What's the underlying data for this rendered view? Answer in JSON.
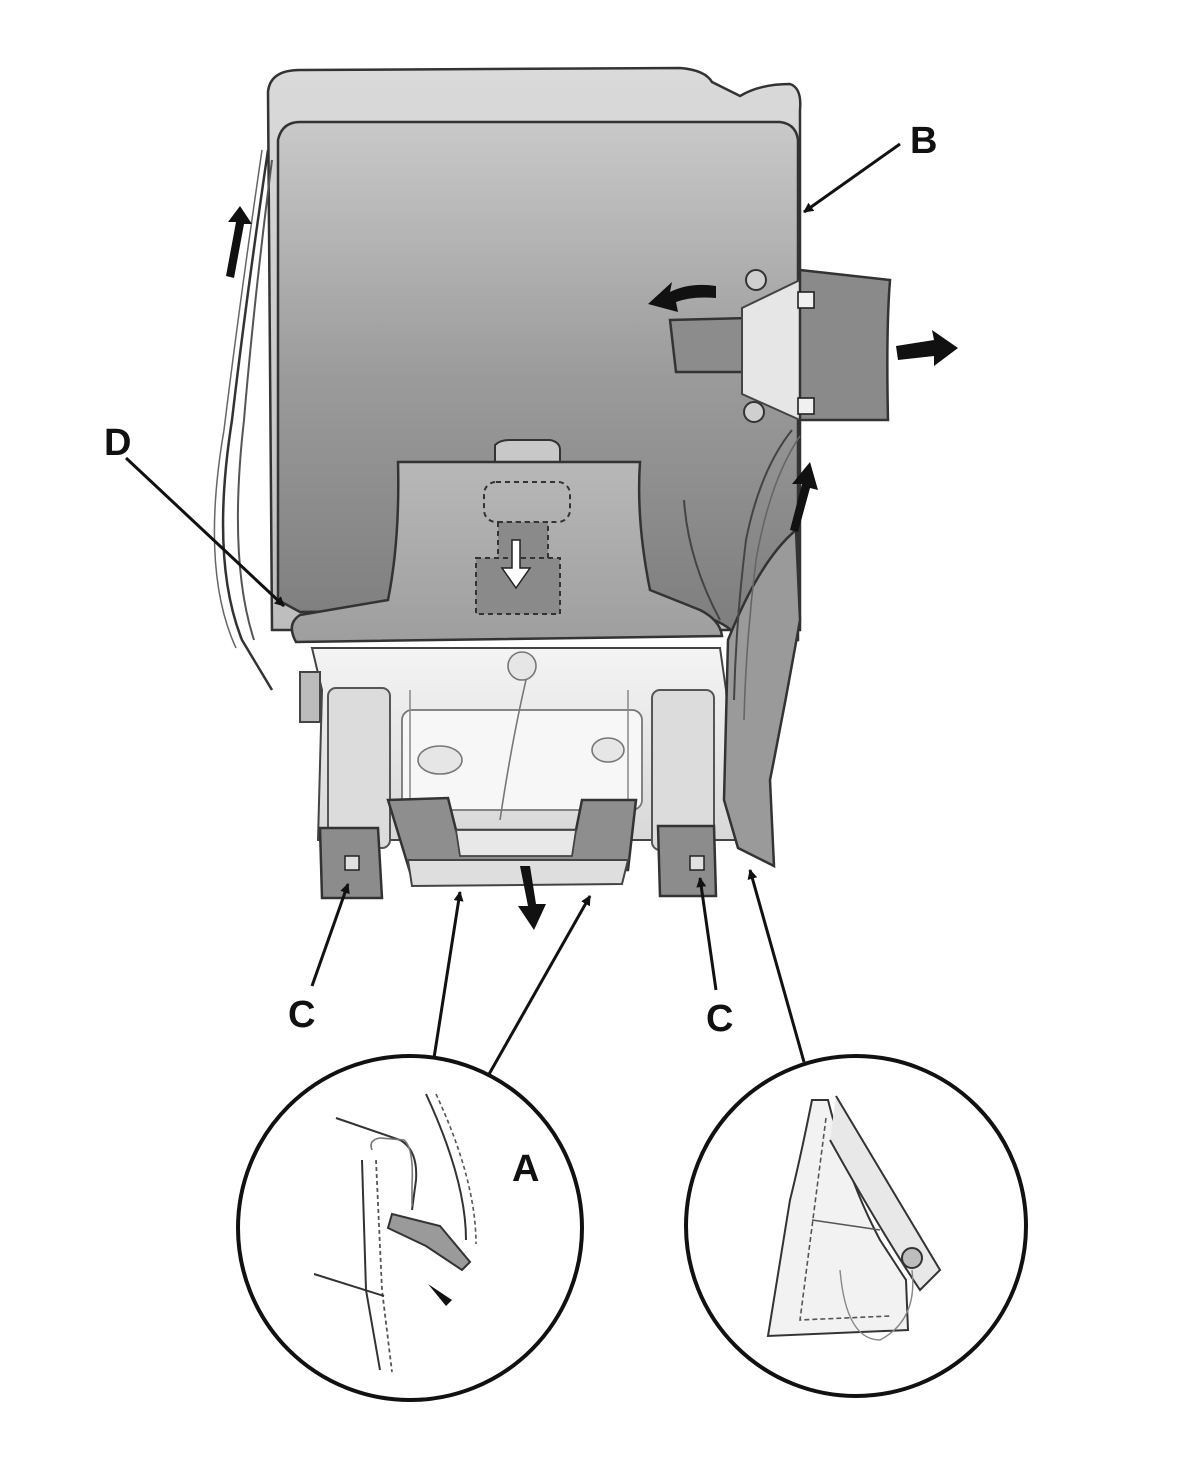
{
  "labels": {
    "a": "A",
    "b": "B",
    "c_left": "C",
    "c_right": "C",
    "d": "D"
  },
  "colors": {
    "line": "#1a1a1a",
    "seat_dark": "#8f8f8f",
    "seat_mid": "#b4b4b4",
    "seat_light": "#d6d6d6",
    "frame": "#eeeeee"
  }
}
